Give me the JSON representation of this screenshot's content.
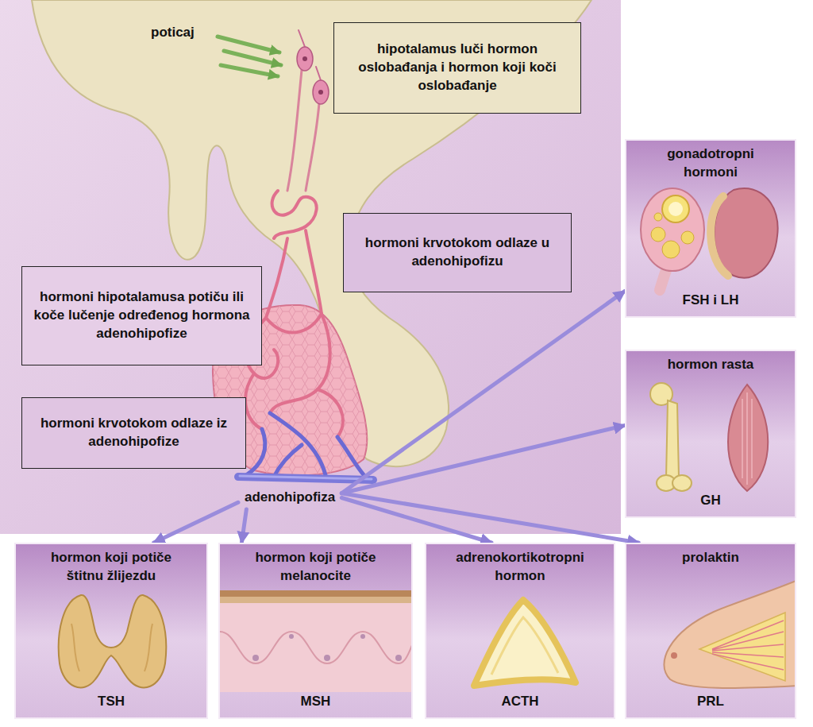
{
  "diagram": {
    "nodes": [
      {
        "text": [
          "hipotalamus luči hormon oslobađanja i hormon koji koči oslobađanje"
        ]
      },
      {
        "text": [
          "gonadotropni hormoni",
          "FSH i LH"
        ]
      },
      {
        "text": [
          "hormoni krvotokom odlaze u adenohipofizu"
        ]
      },
      {
        "text": [
          "hormoni hipotalamusa potiču ili koče lučenje određenog hormona adenohipofize"
        ]
      },
      {
        "text": [
          "hormon rasta",
          "GH"
        ]
      },
      {
        "text": [
          "hormoni krvotokom odlaze iz adenohipofize"
        ]
      },
      {
        "text": [
          "adenohipofiza"
        ]
      },
      {
        "text": [
          "hormon koji potiče štitnu žlijezdu",
          "TSH"
        ]
      },
      {
        "text": [
          "hormon koji potiče melanocite",
          "MSH"
        ]
      },
      {
        "text": [
          "adrenokortikotropni hormon",
          "ACTH"
        ]
      },
      {
        "text": [
          "prolaktin",
          "PRL"
        ]
      }
    ],
    "edges": [
      {
        "from": 6,
        "to": 1,
        "arrow": "to"
      },
      {
        "from": 6,
        "to": 4,
        "arrow": "to"
      },
      {
        "from": 6,
        "to": 7,
        "arrow": "to"
      },
      {
        "from": 6,
        "to": 8,
        "arrow": "to"
      },
      {
        "from": 6,
        "to": 9,
        "arrow": "to"
      },
      {
        "from": 6,
        "to": 10,
        "arrow": "to"
      }
    ],
    "labels": [
      "poticaj"
    ]
  }
}
